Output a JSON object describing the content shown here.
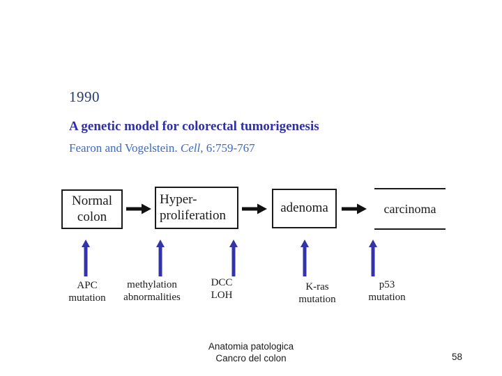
{
  "slide": {
    "year": "1990",
    "title": "A genetic model for colorectal tumorigenesis",
    "citation": {
      "authors": "Fearon and Vogelstein. ",
      "journal": "Cell,",
      "reference": " 6:759-767"
    }
  },
  "diagram": {
    "stages": [
      {
        "name": "normal-colon",
        "line1": "Normal",
        "line2": "colon"
      },
      {
        "name": "hyperproliferation",
        "line1": "Hyper-",
        "line2": "proliferation"
      },
      {
        "name": "adenoma",
        "line1": "adenoma"
      },
      {
        "name": "carcinoma",
        "line1": "carcinoma"
      }
    ],
    "mutations": [
      {
        "line1": "APC",
        "line2": "mutation"
      },
      {
        "line1": "methylation",
        "line2": "abnormalities"
      },
      {
        "line1": "DCC",
        "line2": "LOH"
      },
      {
        "line1": "K-ras",
        "line2": "mutation"
      },
      {
        "line1": "p53",
        "line2": "mutation"
      }
    ]
  },
  "footer": {
    "line1": "Anatomia patologica",
    "line2": "Cancro del colon",
    "page": "58"
  },
  "colors": {
    "year_text": "#203a70",
    "title_text": "#3030a2",
    "citation_text": "#3b68c5",
    "arrow_black": "#111111",
    "arrow_blue": "#3434a8",
    "ink": "#1a1a1a",
    "background": "#ffffff"
  }
}
